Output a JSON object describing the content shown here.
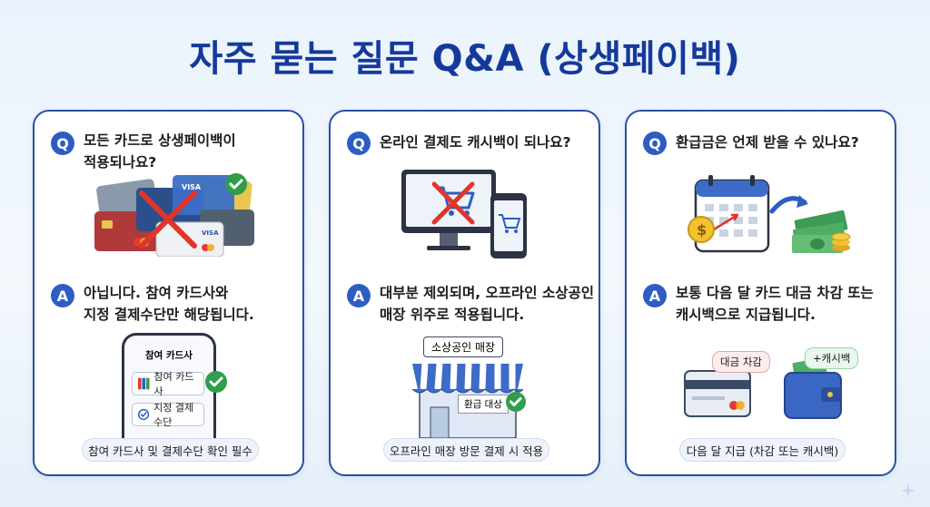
{
  "title": "자주 묻는 질문 Q&A (상생페이백)",
  "badges": {
    "q": "Q",
    "a": "A"
  },
  "cards": [
    {
      "question": "모든 카드로 상생페이백이\n적용되나요?",
      "answer": "아닙니다. 참여 카드사와\n지정 결제수단만 해당됩니다.",
      "illustration": {
        "card_brand": "VISA",
        "phone_header": "참여 카드사",
        "phone_item_1": "참여 카드사",
        "phone_item_2": "지정 결제수단"
      },
      "footer": "참여 카드사 및 결제수단 확인 필수"
    },
    {
      "question": "온라인 결제도 캐시백이 되나요?",
      "answer": "대부분 제외되며, 오프라인 소상공인\n매장 위주로 적용됩니다.",
      "illustration": {
        "shop_sign": "소상공인 매장",
        "shop_sticker": "환급 대상"
      },
      "footer": "오프라인 매장 방문 결제 시 적용"
    },
    {
      "question": "환급금은 언제 받을 수 있나요?",
      "answer": "보통 다음 달 카드 대금 차감 또는\n캐시백으로 지급됩니다.",
      "illustration": {
        "bubble_1": "대금 차감",
        "bubble_2": "+캐시백",
        "coin_symbol": "$"
      },
      "footer": "다음 달 지급 (차감 또는 캐시백)"
    }
  ],
  "colors": {
    "title": "#15399b",
    "border": "#2a4fa6",
    "badge": "#2d5dc3",
    "check": "#2f9e4a",
    "cross": "#e1352b"
  },
  "icons": [
    "credit-card-icon",
    "cross-icon",
    "check-icon",
    "phone-icon",
    "monitor-icon",
    "cart-icon",
    "store-icon",
    "calendar-icon",
    "money-icon",
    "wallet-icon",
    "sparkle-icon"
  ]
}
